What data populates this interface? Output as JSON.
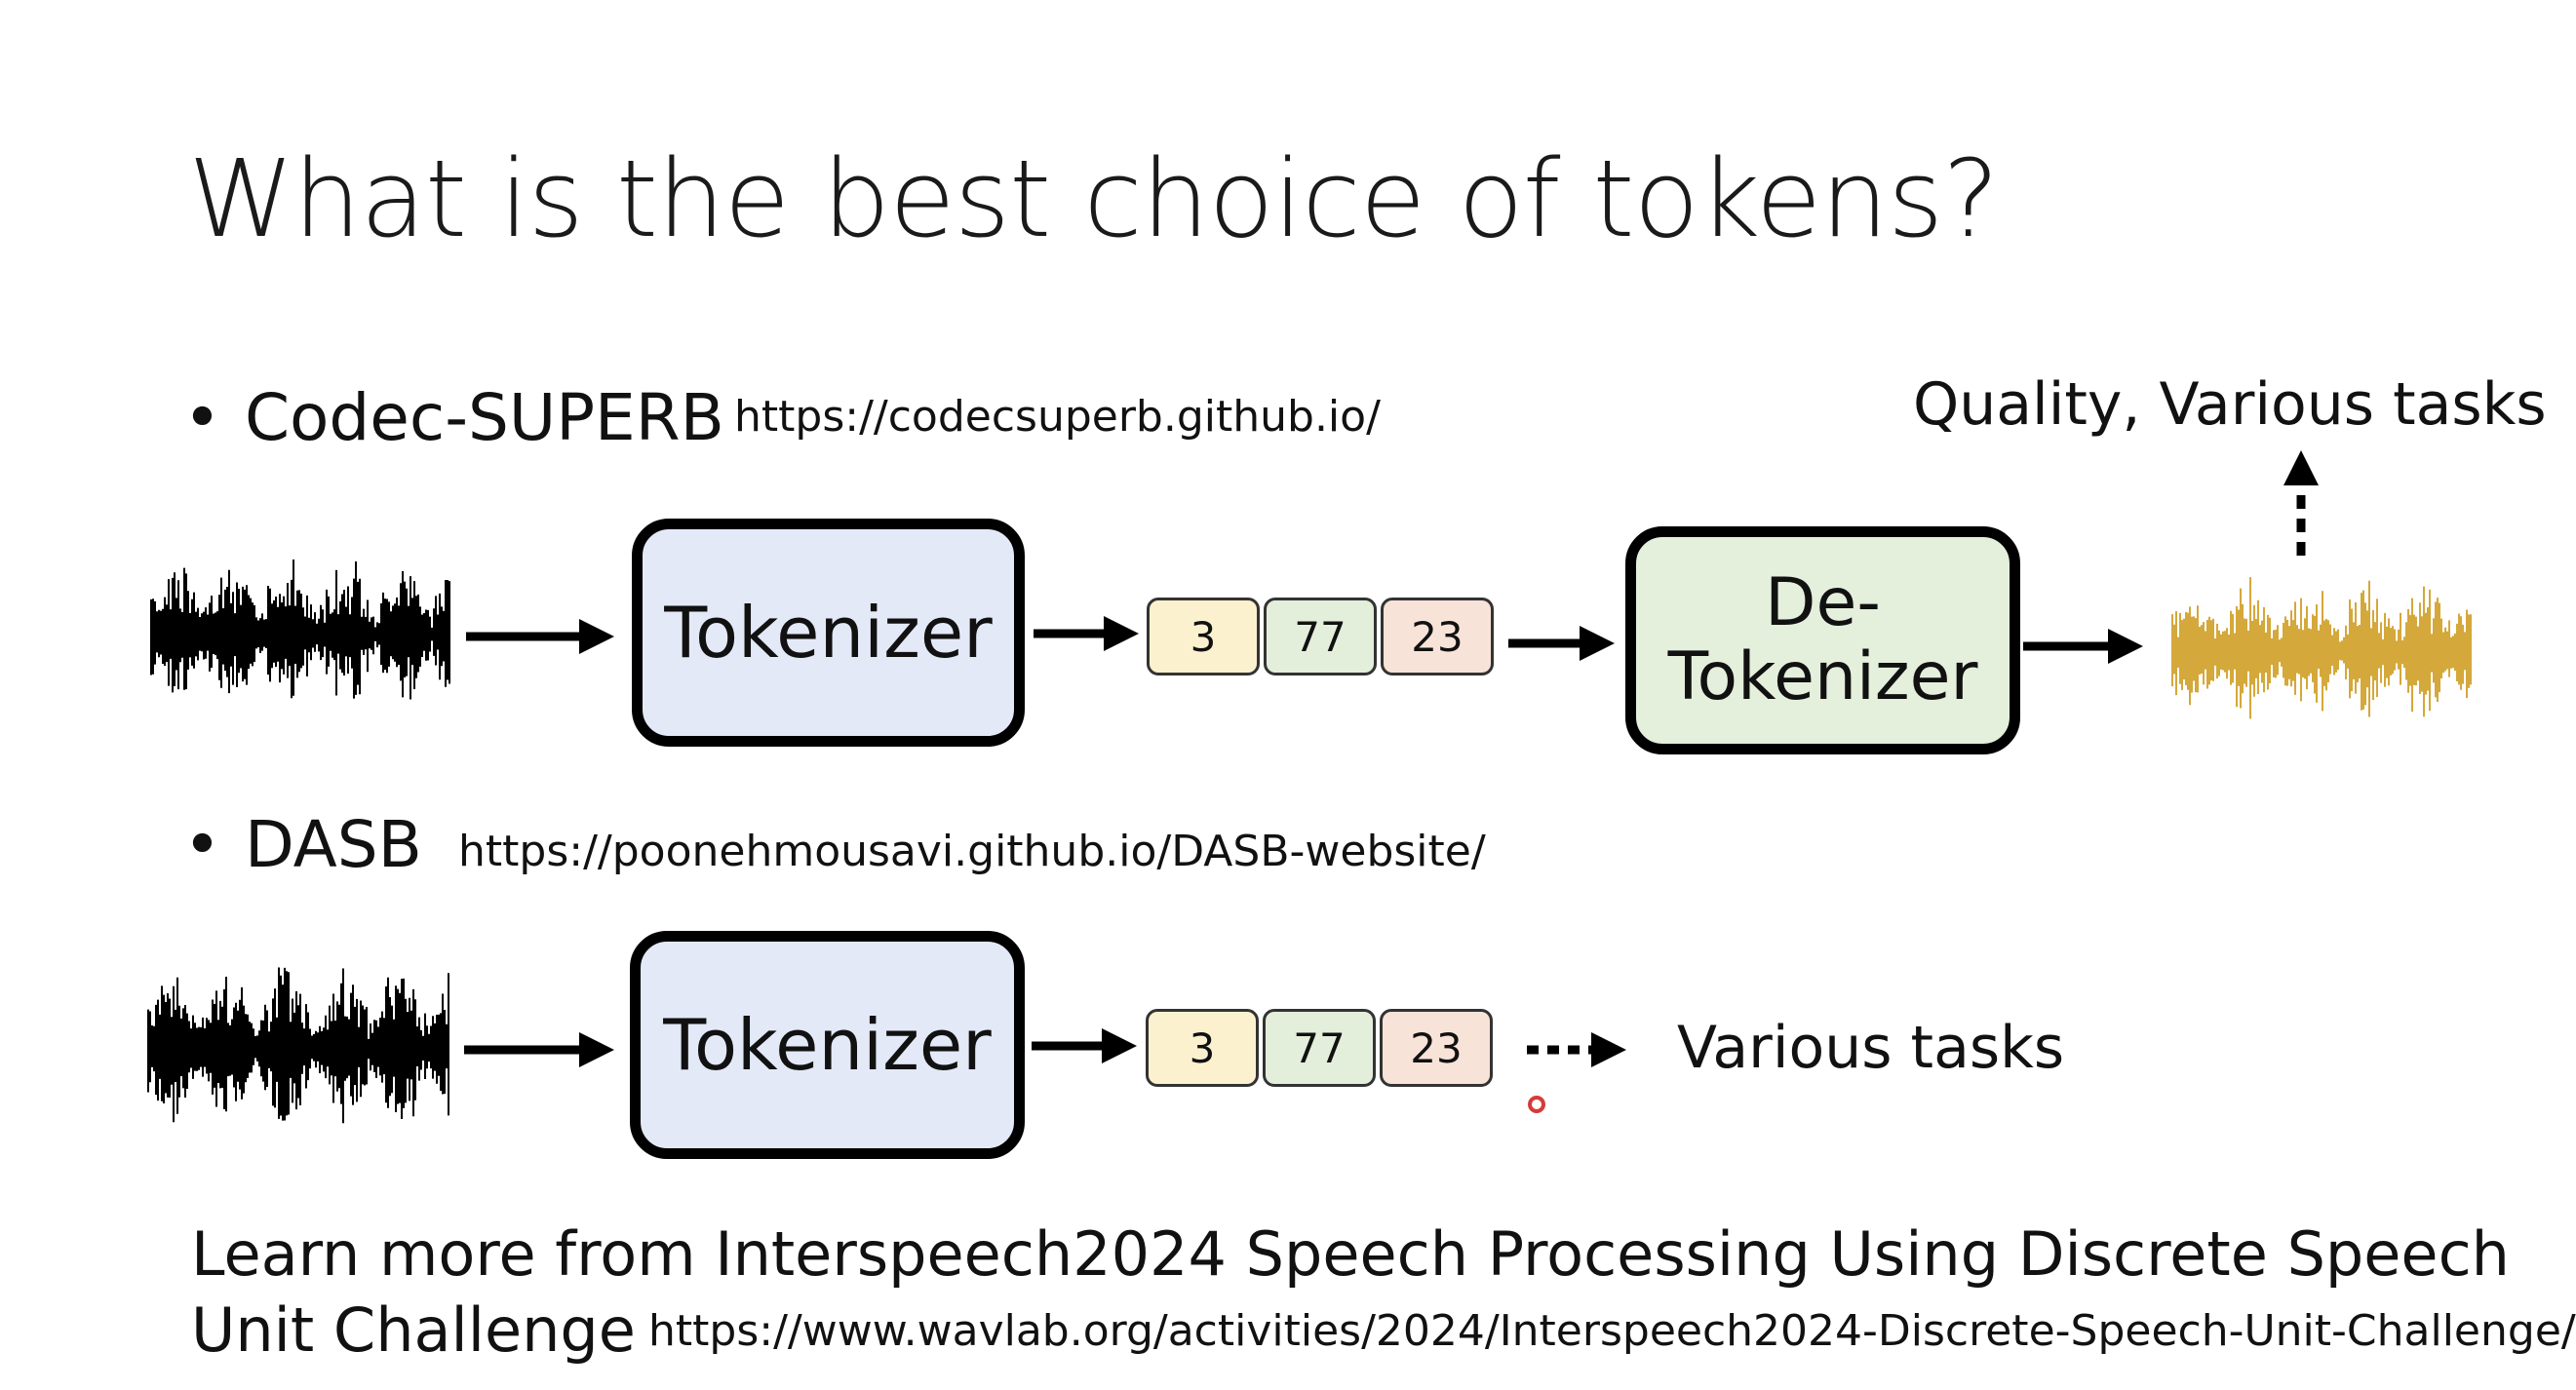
{
  "slide": {
    "title": "What is the best choice of tokens?",
    "bullet_symbol": "•"
  },
  "codec_superb": {
    "name": "Codec-SUPERB",
    "url": "https://codecsuperb.github.io/",
    "tokenizer_label": "Tokenizer",
    "detokenizer_line1": "De-",
    "detokenizer_line2": "Tokenizer",
    "tokens": [
      "3",
      "77",
      "23"
    ],
    "output_label": "Quality, Various tasks"
  },
  "dasb": {
    "name": "DASB",
    "url": "https://poonehmousavi.github.io/DASB-website/",
    "tokenizer_label": "Tokenizer",
    "tokens": [
      "3",
      "77",
      "23"
    ],
    "output_label": "Various tasks"
  },
  "footer": {
    "line1": "Learn more from Interspeech2024 Speech Processing Using Discrete Speech",
    "line2": "Unit Challenge",
    "url": "https://www.wavlab.org/activities/2024/Interspeech2024-Discrete-Speech-Unit-Challenge/"
  },
  "colors": {
    "tokenizer_fill": "#e3e9f7",
    "detokenizer_fill": "#e4efdc",
    "token_1_fill": "#fbf1cf",
    "token_2_fill": "#e3eedb",
    "token_3_fill": "#f8e3d8",
    "input_wave": "#000000",
    "output_wave": "#d4a83a",
    "cursor_dot": "#d63b3b"
  }
}
